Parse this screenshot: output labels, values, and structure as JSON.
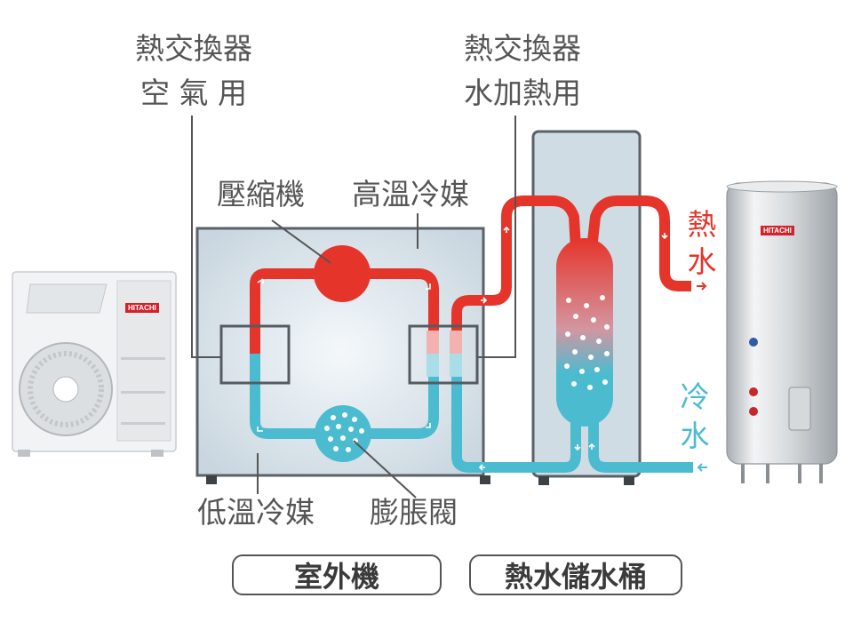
{
  "labels": {
    "hx_air_line1": "熱交換器",
    "hx_air_line2": "空 氣 用",
    "hx_water_line1": "熱交換器",
    "hx_water_line2": "水加熱用",
    "compressor": "壓縮機",
    "high_temp_refrigerant": "高溫冷媒",
    "low_temp_refrigerant": "低溫冷媒",
    "expansion_valve": "膨脹閥",
    "hot_water_char1": "熱",
    "hot_water_char2": "水",
    "cold_water_char1": "冷",
    "cold_water_char2": "水"
  },
  "captions": {
    "outdoor_unit": "室外機",
    "hot_water_tank": "熱水儲水桶"
  },
  "brand": {
    "outdoor_logo": "HITACHI",
    "tank_logo": "HITACHI"
  },
  "colors": {
    "hot": "#e5352b",
    "cold": "#4bbcd0",
    "label_text": "#555555",
    "box_fill": "#cfdbe3",
    "box_stroke": "#5a6168"
  }
}
